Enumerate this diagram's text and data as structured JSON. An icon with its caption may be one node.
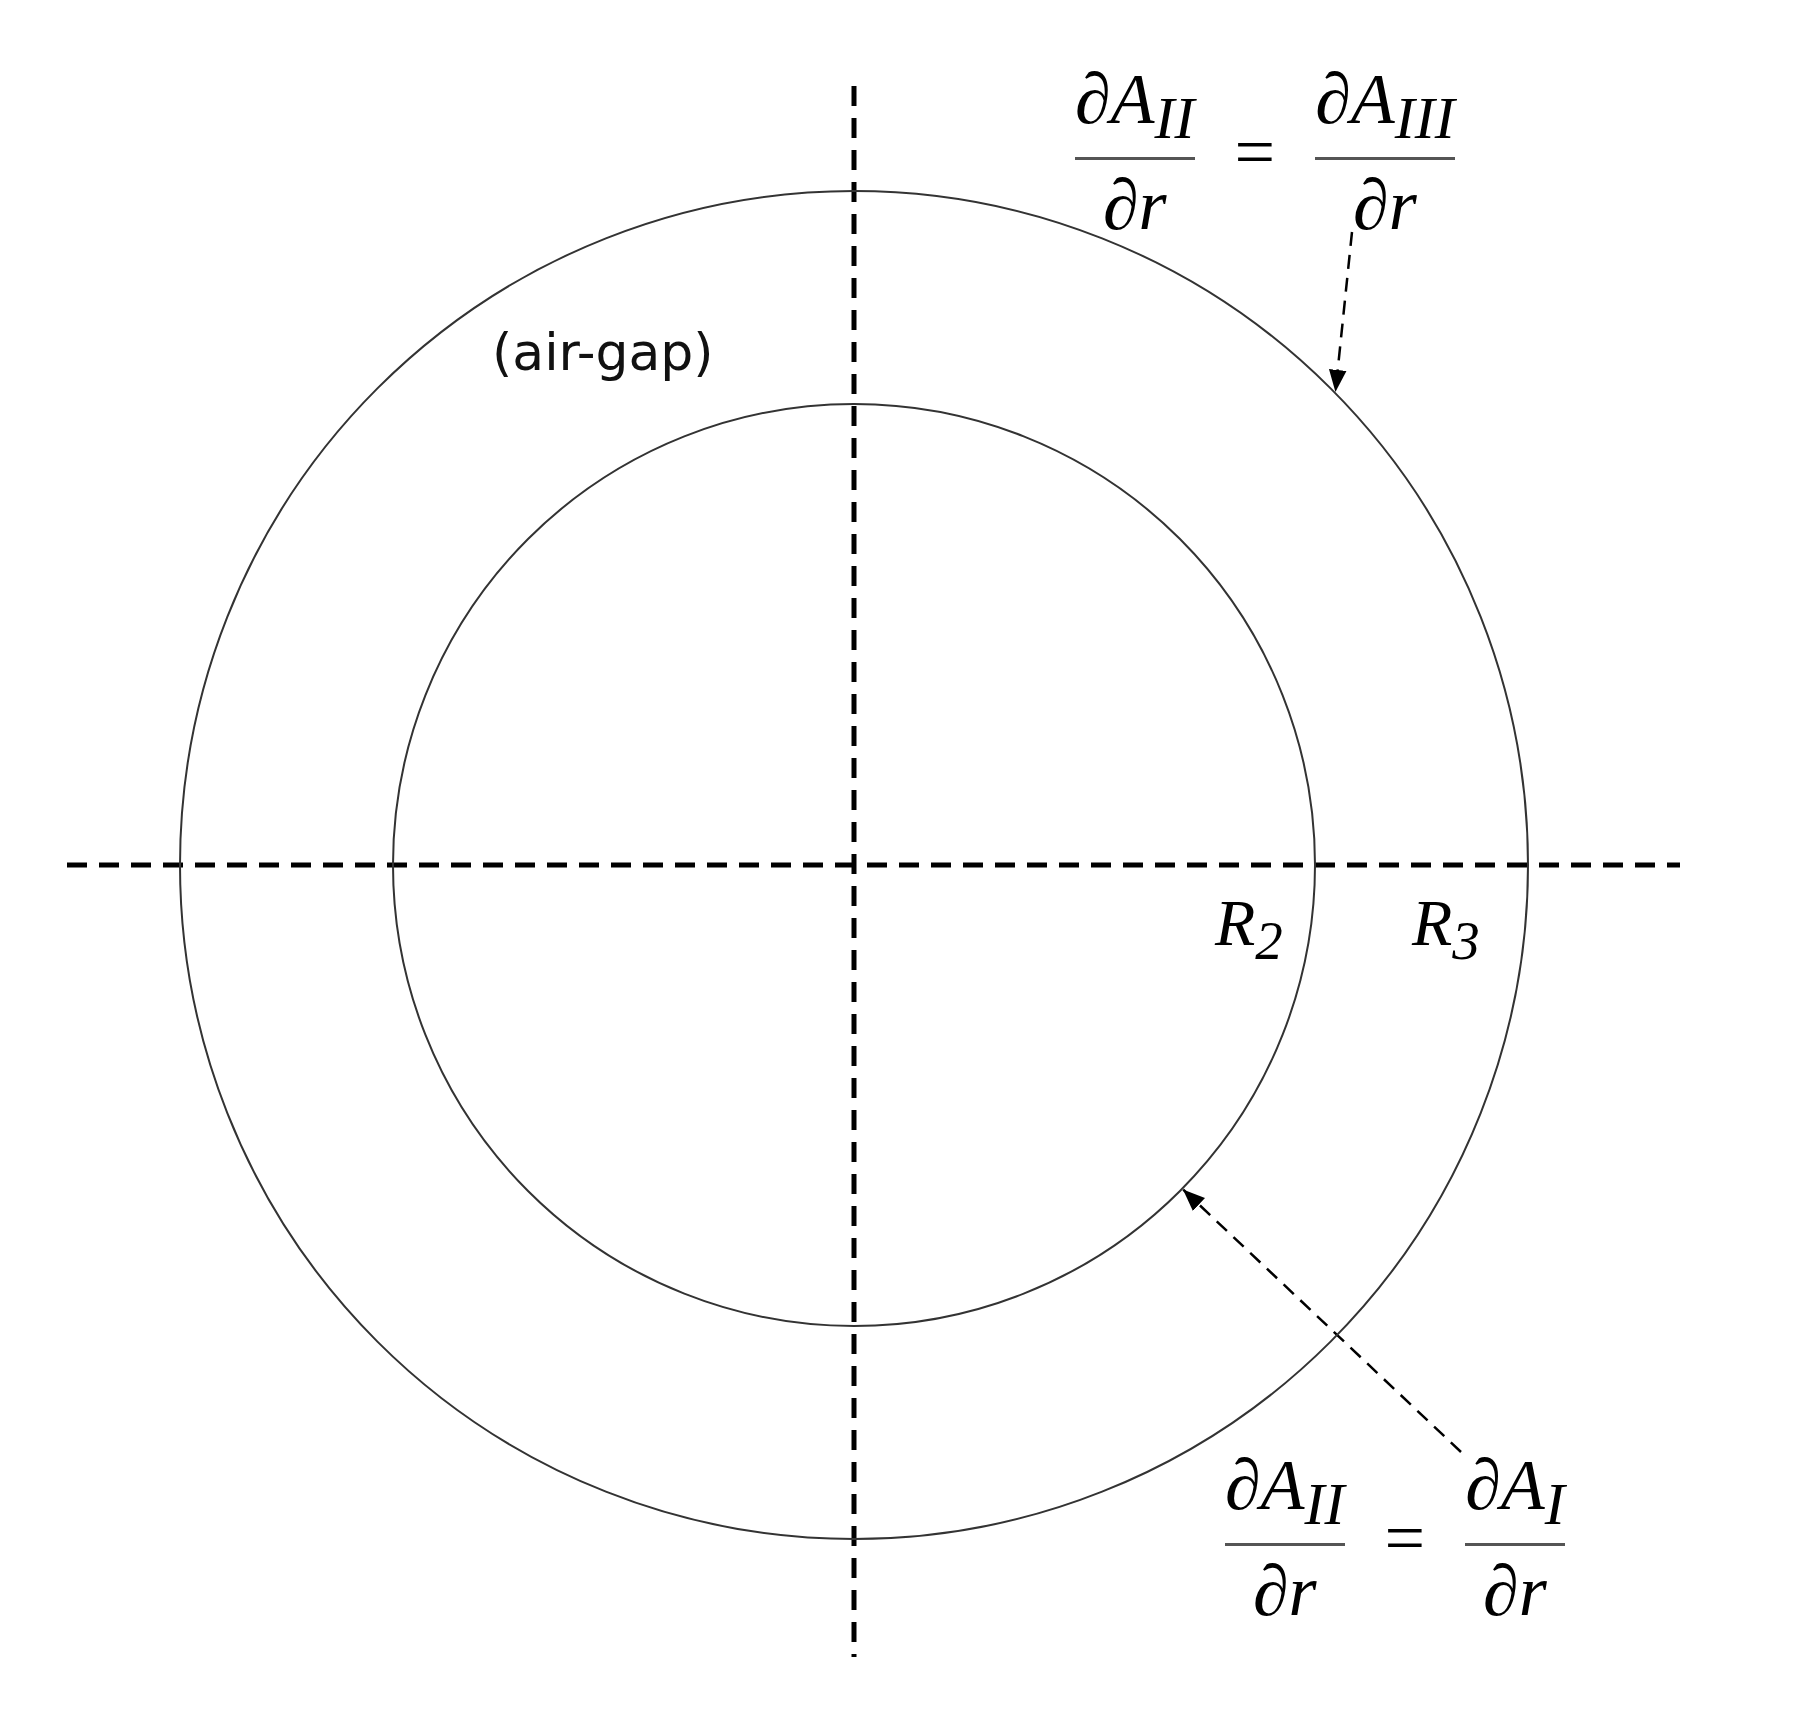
{
  "diagram": {
    "nodes": [
      {
        "text": [
          "∂A$_{II}$",
          "∂r",
          "=",
          "∂A$_{III}$",
          "∂r"
        ]
      },
      {
        "text": [],
        "shape": "circle"
      },
      {
        "text": [
          "∂A$_{II}$",
          "∂r",
          "=",
          "∂A$_{I}$",
          "∂r"
        ]
      },
      {
        "text": [],
        "shape": "circle",
        "in": 1
      }
    ],
    "edges": [
      {
        "from": 0,
        "to": 1,
        "arrow": "to",
        "style": "dashed"
      },
      {
        "from": 2,
        "to": 3,
        "arrow": "to",
        "style": "dashed"
      }
    ],
    "labels": [
      "(air-gap)",
      "R$_{2}$",
      "R$_{3}$"
    ]
  }
}
